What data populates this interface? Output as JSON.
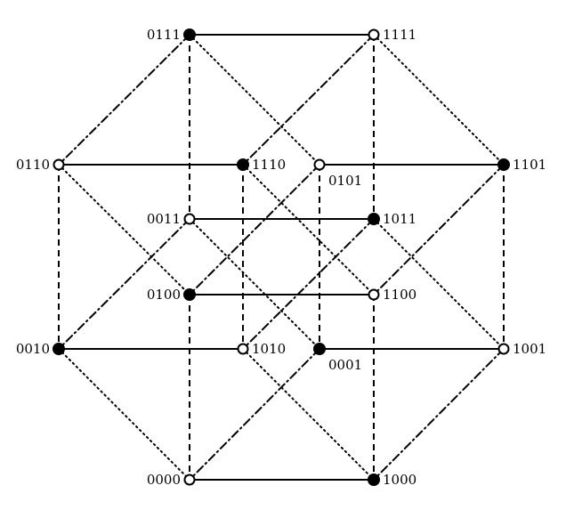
{
  "colors": {
    "stroke": "#000000",
    "filled_node": "#000000",
    "hollow_node": "#ffffff",
    "background": "#ffffff"
  },
  "edge_styles": {
    "solid": "solid",
    "dashed": "dashed",
    "dotted": "dotted",
    "dashdot": "dash-dot"
  },
  "nodes": [
    {
      "id": "0111",
      "label": "0111",
      "filled": true
    },
    {
      "id": "1111",
      "label": "1111",
      "filled": false
    },
    {
      "id": "0110",
      "label": "0110",
      "filled": false
    },
    {
      "id": "1110",
      "label": "1110",
      "filled": true
    },
    {
      "id": "0101",
      "label": "0101",
      "filled": false
    },
    {
      "id": "1101",
      "label": "1101",
      "filled": true
    },
    {
      "id": "0011",
      "label": "0011",
      "filled": false
    },
    {
      "id": "1011",
      "label": "1011",
      "filled": true
    },
    {
      "id": "0100",
      "label": "0100",
      "filled": true
    },
    {
      "id": "1100",
      "label": "1100",
      "filled": false
    },
    {
      "id": "0010",
      "label": "0010",
      "filled": true
    },
    {
      "id": "1010",
      "label": "1010",
      "filled": false
    },
    {
      "id": "0001",
      "label": "0001",
      "filled": true
    },
    {
      "id": "1001",
      "label": "1001",
      "filled": false
    },
    {
      "id": "0000",
      "label": "0000",
      "filled": false
    },
    {
      "id": "1000",
      "label": "1000",
      "filled": true
    }
  ],
  "edges": [
    {
      "from": "0111",
      "to": "1111",
      "style": "solid"
    },
    {
      "from": "0110",
      "to": "1110",
      "style": "solid"
    },
    {
      "from": "0101",
      "to": "1101",
      "style": "solid"
    },
    {
      "from": "0011",
      "to": "1011",
      "style": "solid"
    },
    {
      "from": "0100",
      "to": "1100",
      "style": "solid"
    },
    {
      "from": "0010",
      "to": "1010",
      "style": "solid"
    },
    {
      "from": "0001",
      "to": "1001",
      "style": "solid"
    },
    {
      "from": "0000",
      "to": "1000",
      "style": "solid"
    },
    {
      "from": "0111",
      "to": "0011",
      "style": "dashed"
    },
    {
      "from": "1111",
      "to": "1011",
      "style": "dashed"
    },
    {
      "from": "0110",
      "to": "0010",
      "style": "dashed"
    },
    {
      "from": "1110",
      "to": "1010",
      "style": "dashed"
    },
    {
      "from": "0101",
      "to": "0001",
      "style": "dashed"
    },
    {
      "from": "1101",
      "to": "1001",
      "style": "dashed"
    },
    {
      "from": "0100",
      "to": "0000",
      "style": "dashed"
    },
    {
      "from": "1100",
      "to": "1000",
      "style": "dashed"
    },
    {
      "from": "0111",
      "to": "0101",
      "style": "dotted"
    },
    {
      "from": "1111",
      "to": "1101",
      "style": "dotted"
    },
    {
      "from": "0110",
      "to": "0100",
      "style": "dotted"
    },
    {
      "from": "1110",
      "to": "1100",
      "style": "dotted"
    },
    {
      "from": "0011",
      "to": "0001",
      "style": "dotted"
    },
    {
      "from": "1011",
      "to": "1001",
      "style": "dotted"
    },
    {
      "from": "0010",
      "to": "0000",
      "style": "dotted"
    },
    {
      "from": "1010",
      "to": "1000",
      "style": "dotted"
    },
    {
      "from": "0111",
      "to": "0110",
      "style": "dashdot"
    },
    {
      "from": "1111",
      "to": "1110",
      "style": "dashdot"
    },
    {
      "from": "0101",
      "to": "0100",
      "style": "dashdot"
    },
    {
      "from": "1101",
      "to": "1100",
      "style": "dashdot"
    },
    {
      "from": "0011",
      "to": "0010",
      "style": "dashdot"
    },
    {
      "from": "1011",
      "to": "1010",
      "style": "dashdot"
    },
    {
      "from": "0001",
      "to": "0000",
      "style": "dashdot"
    },
    {
      "from": "1001",
      "to": "1000",
      "style": "dashdot"
    }
  ]
}
